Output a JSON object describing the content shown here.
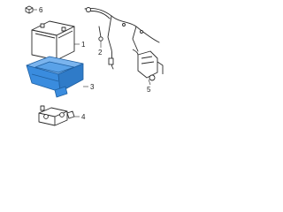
{
  "diagram": {
    "part_numbers": [
      {
        "id": "1",
        "label": "1"
      },
      {
        "id": "2",
        "label": "2"
      },
      {
        "id": "3",
        "label": "3"
      },
      {
        "id": "4",
        "label": "4"
      },
      {
        "id": "5",
        "label": "5"
      },
      {
        "id": "6",
        "label": "6"
      }
    ],
    "highlight_color": "#3a8cde",
    "line_color": "#2b2b2b",
    "highlighted_part": "3"
  }
}
